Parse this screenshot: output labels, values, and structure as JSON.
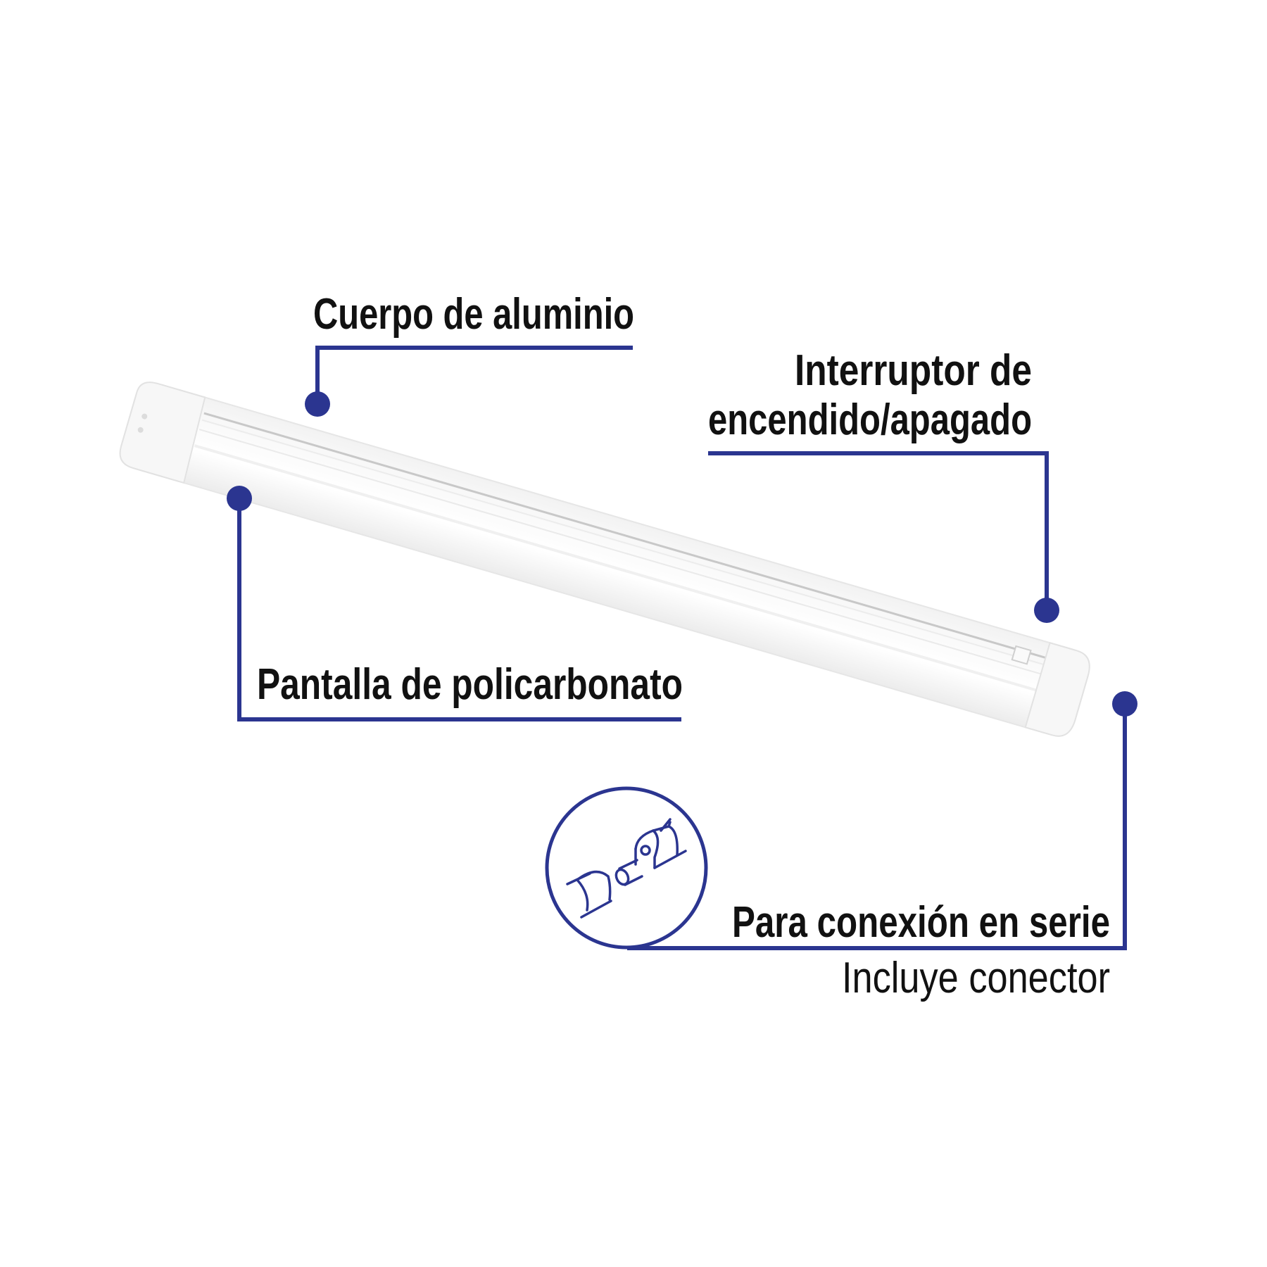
{
  "colors": {
    "accent": "#2b3590",
    "text": "#111111"
  },
  "callouts": {
    "body": {
      "label": "Cuerpo de aluminio"
    },
    "switch": {
      "line1": "Interruptor de",
      "line2": "encendido/apagado"
    },
    "diffuser": {
      "label": "Pantalla de policarbonato"
    },
    "series": {
      "label": "Para conexión en serie",
      "sublabel": "Incluye conector"
    }
  },
  "icons": {
    "connector": "connector-icon"
  }
}
